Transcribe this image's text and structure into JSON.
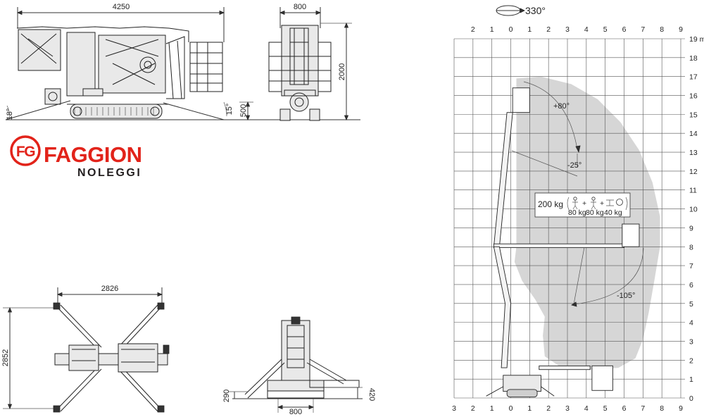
{
  "brand": {
    "name": "FAGGION",
    "subtitle": "NOLEGGI",
    "monogram": "FG",
    "color_red": "#e2231a",
    "color_dark": "#231f20"
  },
  "side_view": {
    "length": "4250",
    "height": "2000",
    "ground_clearance": "500",
    "angle_front": "18°",
    "angle_rear": "15°"
  },
  "front_view": {
    "width": "800"
  },
  "top_view": {
    "outrigger_width": "2826",
    "outrigger_length": "2852"
  },
  "rear_view": {
    "track_width": "800",
    "left_height": "290",
    "right_height": "420"
  },
  "rotation": {
    "label": "330°"
  },
  "chart_data": {
    "type": "diagram",
    "title": "",
    "x_axis": {
      "labels": [
        "3",
        "2",
        "1",
        "0",
        "1",
        "2",
        "3",
        "4",
        "5",
        "6",
        "7",
        "8",
        "9"
      ],
      "top_labels": [
        "2",
        "1",
        "0",
        "1",
        "2",
        "3",
        "4",
        "5",
        "6",
        "7",
        "8",
        "9"
      ],
      "min": -3,
      "max": 9,
      "unit": ""
    },
    "y_axis": {
      "labels": [
        "0",
        "1",
        "2",
        "3",
        "4",
        "5",
        "6",
        "7",
        "8",
        "9",
        "10",
        "11",
        "12",
        "13",
        "14",
        "15",
        "16",
        "17",
        "18",
        "19 m"
      ],
      "min": 0,
      "max": 19,
      "unit": "m"
    },
    "working_area": {
      "outline": [
        [
          0.3,
          16.9
        ],
        [
          1.6,
          17
        ],
        [
          3.2,
          16.6
        ],
        [
          4.6,
          15.8
        ],
        [
          5.8,
          14.6
        ],
        [
          6.8,
          13.1
        ],
        [
          7.5,
          11.4
        ],
        [
          7.9,
          9.6
        ],
        [
          7.9,
          8
        ],
        [
          7.6,
          6.2
        ],
        [
          7.3,
          4.5
        ],
        [
          7,
          3.1
        ],
        [
          6.6,
          2.1
        ],
        [
          5.7,
          1.6
        ],
        [
          4.4,
          1.5
        ],
        [
          2.7,
          1.6
        ],
        [
          1.8,
          2.2
        ],
        [
          1.7,
          3.3
        ],
        [
          1.8,
          4.3
        ],
        [
          1.3,
          5.2
        ],
        [
          0.6,
          6.2
        ],
        [
          0.2,
          7.2
        ],
        [
          0.3,
          8
        ],
        [
          0.3,
          16.9
        ]
      ],
      "color": "#d6d6d6"
    },
    "angles": [
      "+80°",
      "-25°",
      "-105°"
    ],
    "load": {
      "capacity": "200 kg",
      "items": [
        "80 kg",
        "80 kg",
        "40 kg"
      ]
    }
  }
}
